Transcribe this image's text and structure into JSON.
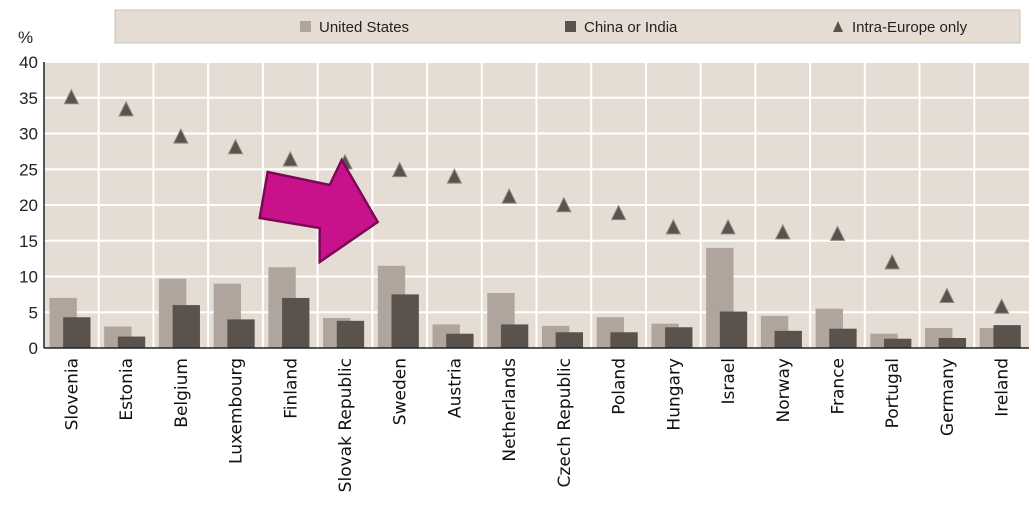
{
  "chart_data": {
    "type": "bar",
    "ylabel": "%",
    "ylim": [
      0,
      40
    ],
    "yticks": [
      "0",
      "5",
      "10",
      "15",
      "20",
      "25",
      "30",
      "35",
      "40"
    ],
    "grid": true,
    "legend_position": "top",
    "categories": [
      "Slovenia",
      "Estonia",
      "Belgium",
      "Luxembourg",
      "Finland",
      "Slovak Republic",
      "Sweden",
      "Austria",
      "Netherlands",
      "Czech Republic",
      "Poland",
      "Hungary",
      "Israel",
      "Norway",
      "France",
      "Portugal",
      "Germany",
      "Ireland"
    ],
    "series": [
      {
        "name": "United States",
        "mark": "bar",
        "color": "#b0a59d",
        "values": [
          7.0,
          3.0,
          9.7,
          9.0,
          11.3,
          4.2,
          11.5,
          3.3,
          7.7,
          3.1,
          4.3,
          3.4,
          14.0,
          4.5,
          5.5,
          2.0,
          2.8,
          2.8
        ]
      },
      {
        "name": "China or India",
        "mark": "bar",
        "color": "#5a524d",
        "values": [
          4.3,
          1.6,
          6.0,
          4.0,
          7.0,
          3.8,
          7.5,
          2.0,
          3.3,
          2.2,
          2.2,
          2.9,
          5.1,
          2.4,
          2.7,
          1.3,
          1.4,
          3.2
        ]
      },
      {
        "name": "Intra-Europe only",
        "mark": "triangle",
        "color": "#5a524d",
        "values": [
          35.0,
          33.3,
          29.5,
          28.0,
          26.3,
          25.9,
          24.8,
          23.9,
          21.1,
          19.9,
          18.8,
          16.8,
          16.8,
          16.1,
          15.9,
          11.9,
          7.2,
          5.7
        ]
      }
    ],
    "annotation": {
      "shape": "arrow",
      "color": "#c8128c",
      "points_to": "Sweden"
    }
  },
  "colors": {
    "legend_background": "#e5ddd3",
    "plot_background": "#e5ddd3",
    "grid": "#ffffff",
    "axis": "#222222"
  }
}
